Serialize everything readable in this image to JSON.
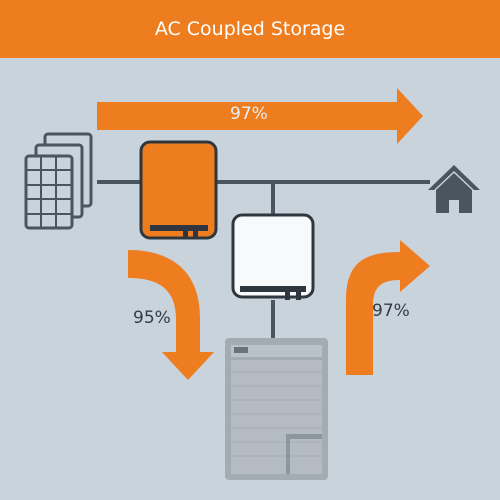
{
  "title": "AC Coupled Storage",
  "flows": {
    "top_efficiency": "97%",
    "left_efficiency": "95%",
    "right_efficiency": "97%"
  },
  "colors": {
    "accent": "#ee7d1f",
    "background": "#c9d3dc",
    "dark": "#4b5560"
  },
  "icons": [
    "solar-panel-icon",
    "inverter-icon",
    "battery-inverter-icon",
    "battery-icon",
    "house-icon"
  ]
}
